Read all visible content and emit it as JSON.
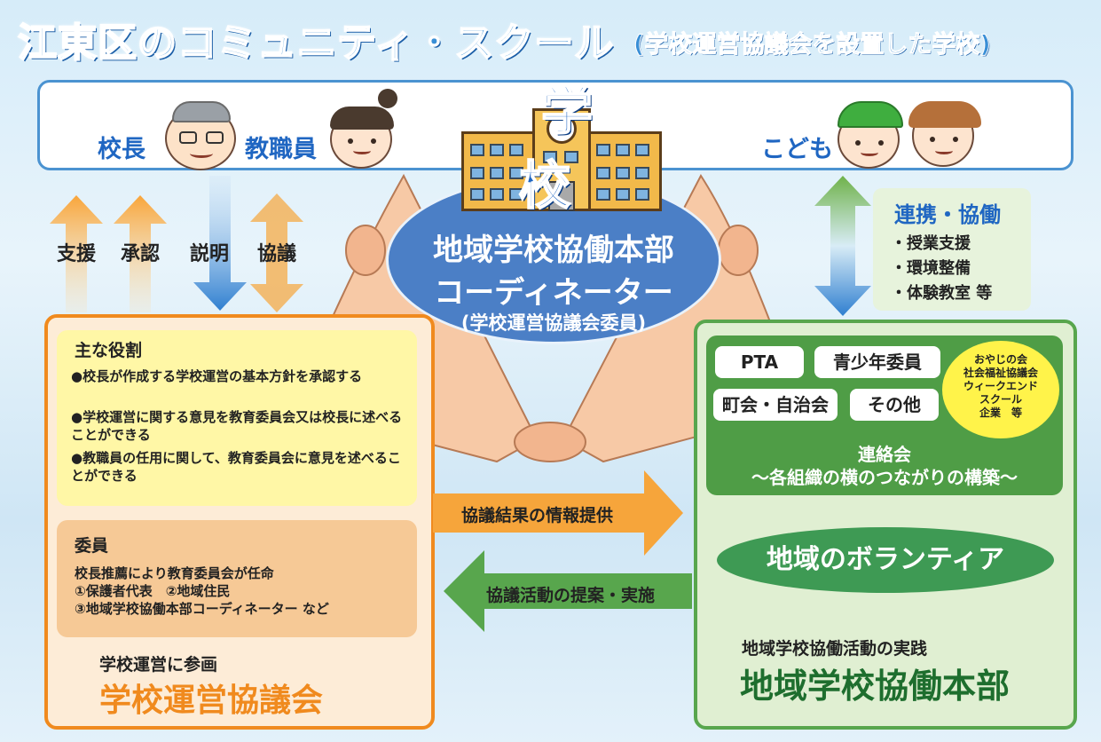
{
  "title": {
    "main": "江東区のコミュニティ・スクール",
    "sub": "(学校運営協議会を設置した学校)"
  },
  "school": {
    "name": "学校",
    "principal": "校長",
    "staff": "教職員",
    "children": "こども"
  },
  "arrows": {
    "left_labels": [
      "支援",
      "承認",
      "説明",
      "協議"
    ],
    "right_info": "協議結果の情報提供",
    "left_proposal": "協議活動の提案・実施"
  },
  "center": {
    "line1": "地域学校協働本部",
    "line2": "コーディネーター",
    "line3": "(学校運営協議会委員)"
  },
  "cooperation": {
    "heading": "連携・協働",
    "items": [
      "・授業支援",
      "・環境整備",
      "・体験教室 等"
    ]
  },
  "council": {
    "roles_heading": "主な役割",
    "roles": [
      "●校長が作成する学校運営の基本方針を承認する",
      "●学校運営に関する意見を教育委員会又は校長に述べることができる",
      "●教職員の任用に関して、教育委員会に意見を述べることができる"
    ],
    "members_heading": "委員",
    "members_lines": [
      "校長推薦により教育委員会が任命",
      "①保護者代表　②地域住民",
      "③地域学校協働本部コーディネーター など"
    ],
    "caption": "学校運営に参画",
    "name": "学校運営協議会"
  },
  "community": {
    "orgs": [
      "PTA",
      "青少年委員",
      "町会・自治会",
      "その他"
    ],
    "others": [
      "おやじの会",
      "社会福祉協議会",
      "ウィークエンド",
      "スクール",
      "企業　等"
    ],
    "liaison": "連絡会",
    "liaison_sub": "〜各組織の横のつながりの構築〜",
    "volunteer": "地域のボランティア",
    "caption": "地域学校協働活動の実践",
    "name": "地域学校協働本部"
  },
  "colors": {
    "blue": "#1f66c2",
    "orange": "#f08a1e",
    "green": "#58a64d",
    "ellipse": "#4b7fc6"
  }
}
